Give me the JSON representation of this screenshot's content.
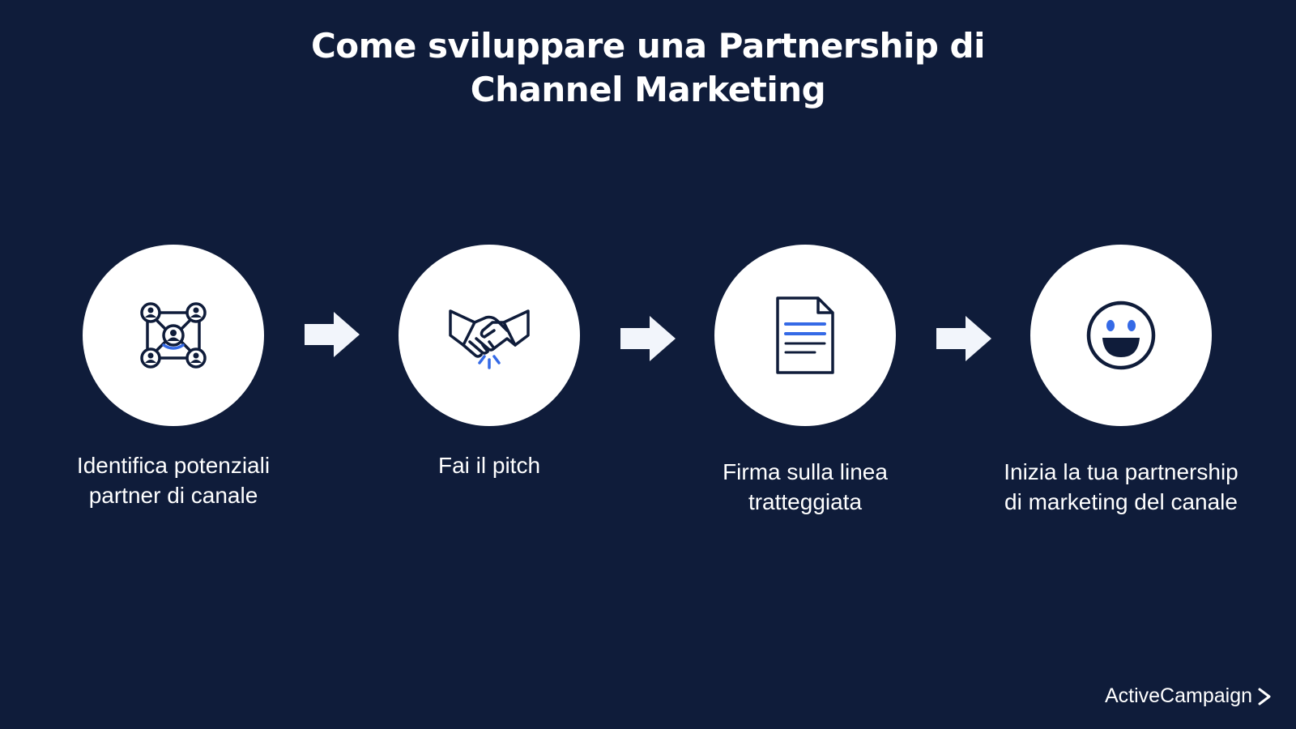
{
  "title": {
    "line1": "Come sviluppare una Partnership di",
    "line2": "Channel Marketing"
  },
  "steps": [
    {
      "icon": "network-people-icon",
      "line1": "Identifica potenziali",
      "line2": "partner di canale"
    },
    {
      "icon": "handshake-icon",
      "line1": "Fai il pitch",
      "line2": ""
    },
    {
      "icon": "document-icon",
      "line1": "Firma sulla linea",
      "line2": "tratteggiata"
    },
    {
      "icon": "smiley-face-icon",
      "line1": "Inizia la tua partnership",
      "line2": "di marketing del canale"
    }
  ],
  "brand": {
    "name": "ActiveCampaign",
    "icon": "chevron-right-icon"
  },
  "colors": {
    "background": "#0f1c3a",
    "icon_stroke": "#0f1c3a",
    "accent": "#356ae6",
    "circle": "#ffffff",
    "arrow": "#f2f5fb"
  }
}
